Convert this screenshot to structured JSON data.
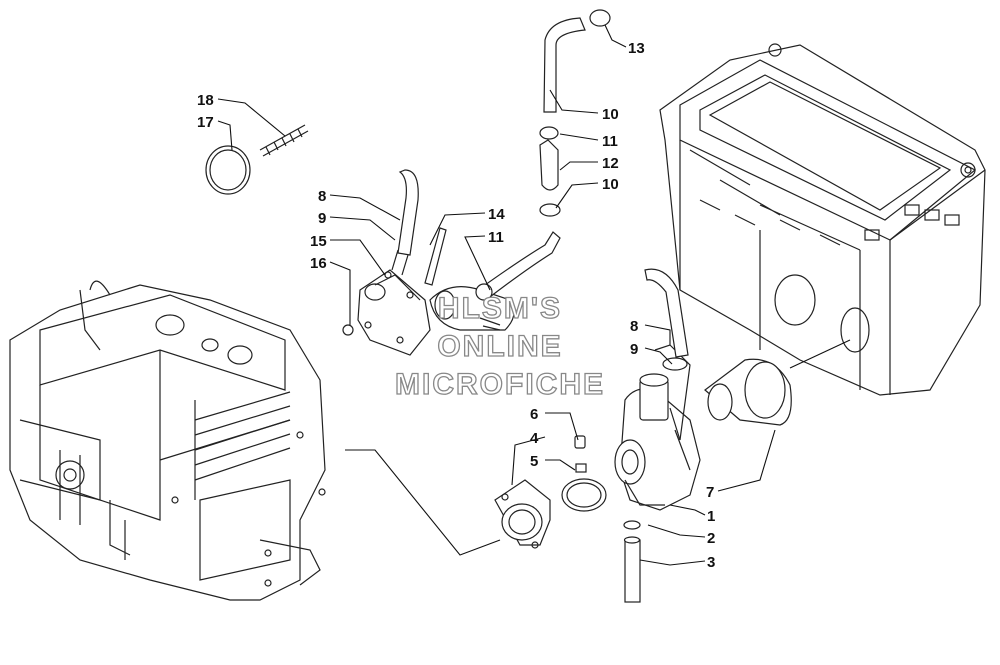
{
  "watermark": [
    "HLSM'S",
    "ONLINE",
    "MICROFICHE"
  ],
  "callouts": [
    {
      "id": "c18a",
      "label": "18"
    },
    {
      "id": "c17a",
      "label": "17"
    },
    {
      "id": "c8a",
      "label": "8"
    },
    {
      "id": "c9a",
      "label": "9"
    },
    {
      "id": "c15a",
      "label": "15"
    },
    {
      "id": "c16a",
      "label": "16"
    },
    {
      "id": "c14a",
      "label": "14"
    },
    {
      "id": "c11b",
      "label": "11"
    },
    {
      "id": "c13a",
      "label": "13"
    },
    {
      "id": "c10a",
      "label": "10"
    },
    {
      "id": "c11a",
      "label": "11"
    },
    {
      "id": "c12a",
      "label": "12"
    },
    {
      "id": "c10b",
      "label": "10"
    },
    {
      "id": "c8b",
      "label": "8"
    },
    {
      "id": "c9b",
      "label": "9"
    },
    {
      "id": "c6a",
      "label": "6"
    },
    {
      "id": "c4a",
      "label": "4"
    },
    {
      "id": "c5a",
      "label": "5"
    },
    {
      "id": "c7a",
      "label": "7"
    },
    {
      "id": "c1a",
      "label": "1"
    },
    {
      "id": "c2a",
      "label": "2"
    },
    {
      "id": "c3a",
      "label": "3"
    }
  ]
}
